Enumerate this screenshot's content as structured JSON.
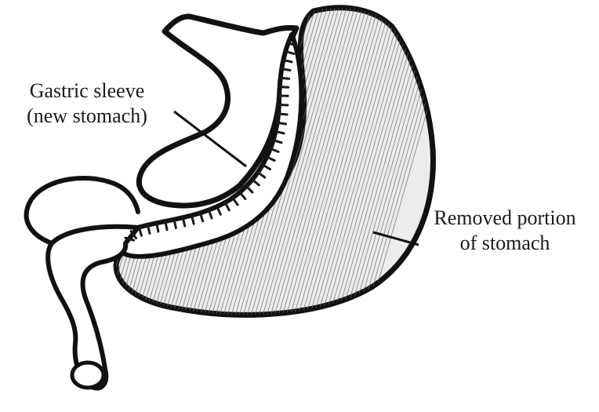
{
  "title": "",
  "labels": {
    "gastric_sleeve": {
      "line1": "Gastric sleeve",
      "line2": "(new stomach)"
    },
    "removed_portion": {
      "line1": "Removed portion",
      "line2": "of stomach"
    }
  },
  "colors": {
    "outline": "#111111",
    "hatch": "#6a6a6a",
    "staple": "#1a1a1a"
  }
}
